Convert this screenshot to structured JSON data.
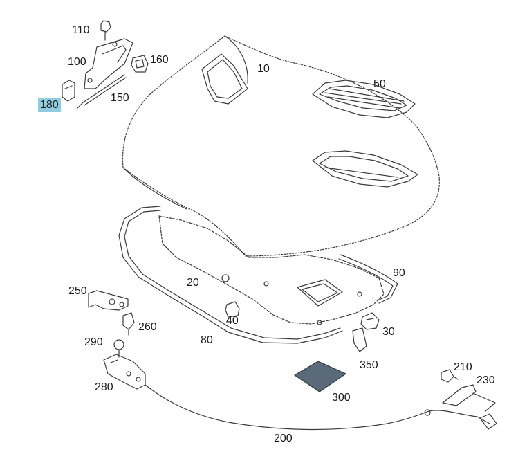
{
  "diagram": {
    "highlighted_part": "180",
    "labels": {
      "p10": "10",
      "p20": "20",
      "p30": "30",
      "p40": "40",
      "p50": "50",
      "p80": "80",
      "p90": "90",
      "p100": "100",
      "p110": "110",
      "p150": "150",
      "p160": "160",
      "p180": "180",
      "p200": "200",
      "p210": "210",
      "p230": "230",
      "p250": "250",
      "p260": "260",
      "p280": "280",
      "p290": "290",
      "p300": "300",
      "p350": "350"
    }
  },
  "colors": {
    "line": "#3a3a3a",
    "highlight": "#8fcce0",
    "pad_fill": "#5a6a78"
  }
}
